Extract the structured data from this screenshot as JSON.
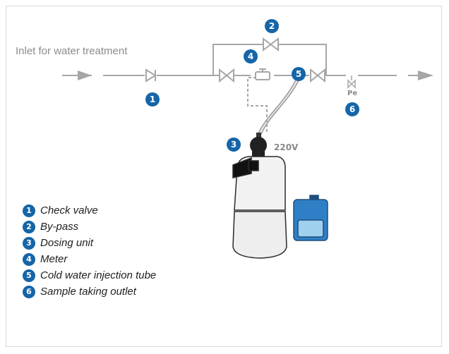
{
  "inlet_label": "Inlet for water treatment",
  "voltage_label": "220V",
  "sample_outlet_label": "Pe",
  "badges": [
    "1",
    "2",
    "3",
    "4",
    "5",
    "6"
  ],
  "legend": [
    {
      "num": "1",
      "text": "Check valve"
    },
    {
      "num": "2",
      "text": "By-pass"
    },
    {
      "num": "3",
      "text": "Dosing unit"
    },
    {
      "num": "4",
      "text": "Meter"
    },
    {
      "num": "5",
      "text": "Cold water injection tube"
    },
    {
      "num": "6",
      "text": "Sample taking outlet"
    }
  ],
  "colors": {
    "badge": "#1565a8",
    "pipe": "#a6a6a6",
    "tank_blue": "#2f7fc6",
    "tank_light": "#9fd0ef"
  }
}
